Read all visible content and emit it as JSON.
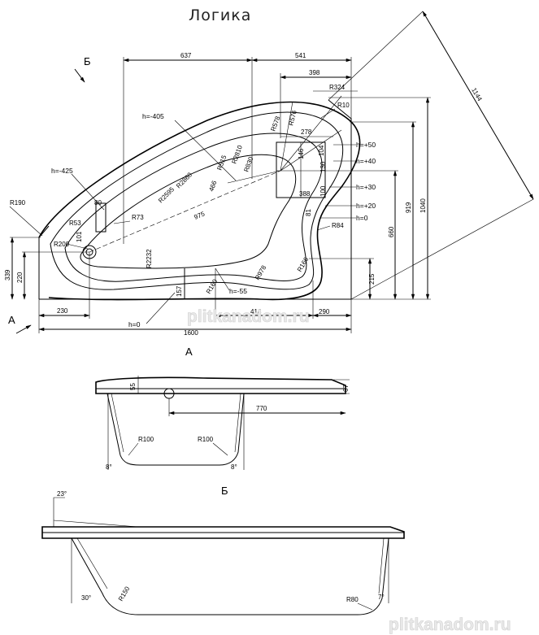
{
  "title": "Логика",
  "views": {
    "a": "А",
    "b": "Б",
    "arrow_a": "А",
    "arrow_b": "Б"
  },
  "plan_dims": {
    "d637": "637",
    "d541": "541",
    "d398": "398",
    "d324": "R324",
    "r10": "R10",
    "r576": "R576",
    "r578": "R578",
    "d278": "278",
    "h405": "h=-405",
    "h425": "h=-425",
    "r2810": "R2810",
    "r515": "R515",
    "r830": "R830",
    "r2860": "R2860",
    "r2595": "R2595",
    "d466": "466",
    "d975": "975",
    "r73": "R73",
    "d80": "80",
    "r53": "R53",
    "d101": "101",
    "r200": "R200",
    "r190": "R190",
    "d339": "339",
    "d220": "220",
    "d230": "230",
    "d1600": "1600",
    "h0": "h=0",
    "h55": "h=-55",
    "r160": "R160",
    "r978": "R978",
    "d157": "157",
    "r2232": "R2232",
    "d414": "414",
    "d290": "290",
    "r166": "R166",
    "d215": "215",
    "r84": "R84",
    "d81": "81",
    "d388": "388",
    "d100": "100",
    "d130": "130",
    "d104": "104",
    "d146": "146",
    "hp50": "h=+50",
    "hp40": "h=+40",
    "hp30": "h=+30",
    "hp20": "h=+20",
    "hz0": "h=0",
    "d660": "660",
    "d919": "919",
    "d1040": "1040",
    "d1144": "1144"
  },
  "section_a": {
    "d55": "55",
    "d67": "67",
    "d770": "770",
    "r100a": "R100",
    "r100b": "R100",
    "a8a": "8°",
    "a8b": "8°"
  },
  "section_b": {
    "a23": "23°",
    "a30": "30°",
    "r150": "R150",
    "r80": "R80",
    "a7": "7°"
  },
  "watermark": {
    "top": "plitkanadom.ru",
    "bottom": "plitkanadom.ru"
  }
}
